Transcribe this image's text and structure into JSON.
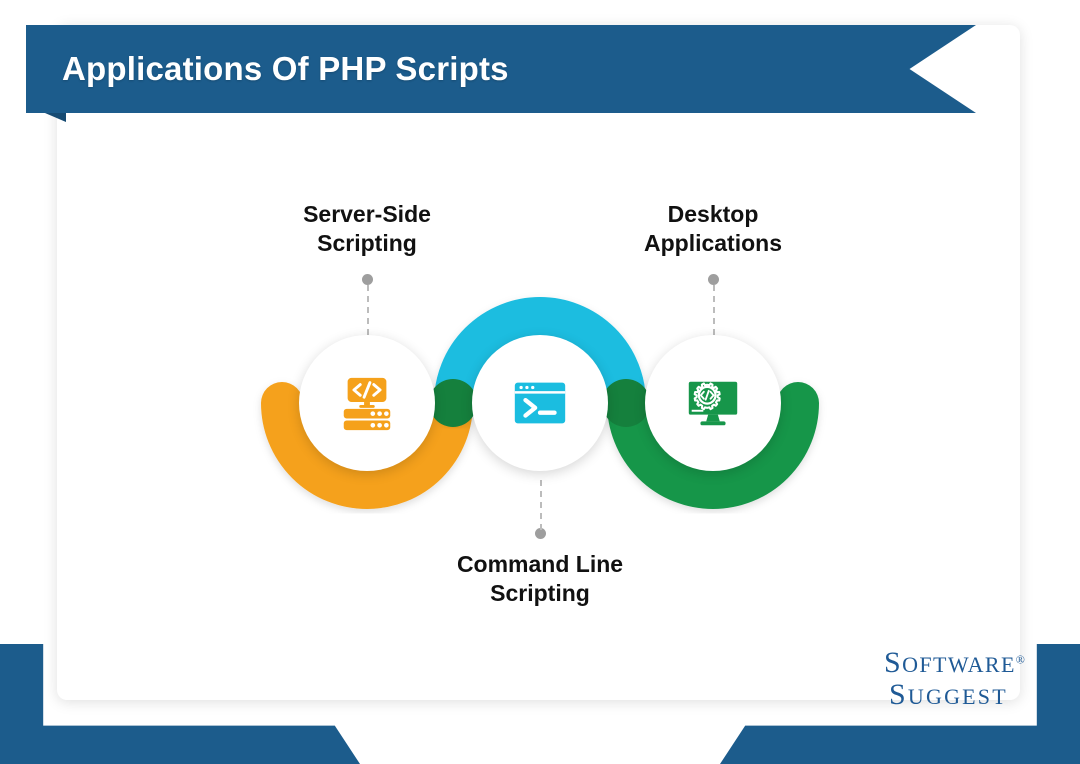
{
  "page": {
    "background_color": "#ffffff",
    "card_color": "#ffffff"
  },
  "banner": {
    "title": "Applications Of PHP Scripts",
    "fill_color": "#1c5c8c",
    "fold_color": "#164b73",
    "text_color": "#ffffff"
  },
  "diagram": {
    "type": "process-flow",
    "junction_dot_color": "#15803d",
    "connector_dot_color": "#9e9e9e",
    "connector_line_color": "#bcbcbc",
    "nodes": [
      {
        "id": "server-side-scripting",
        "label": "Server-Side\nScripting",
        "icon": "monitor-code-server-icon",
        "accent_color": "#F5A11B",
        "label_position": "above"
      },
      {
        "id": "command-line-scripting",
        "label": "Command Line\nScripting",
        "icon": "terminal-prompt-icon",
        "accent_color": "#1BBDE0",
        "label_position": "below"
      },
      {
        "id": "desktop-applications",
        "label": "Desktop\nApplications",
        "icon": "monitor-gear-code-icon",
        "accent_color": "#17964A",
        "label_position": "above"
      }
    ],
    "arcs": [
      {
        "id": "arc-orange",
        "color": "#F5A11B",
        "orientation": "bottom"
      },
      {
        "id": "arc-cyan",
        "color": "#1BBDE0",
        "orientation": "top"
      },
      {
        "id": "arc-green",
        "color": "#17964A",
        "orientation": "bottom"
      }
    ]
  },
  "footer": {
    "corner_shape_color": "#1c5c8c",
    "logo": {
      "line1": "Software",
      "line2": "Suggest",
      "registered_mark": "®",
      "color": "#1f5a96"
    }
  }
}
